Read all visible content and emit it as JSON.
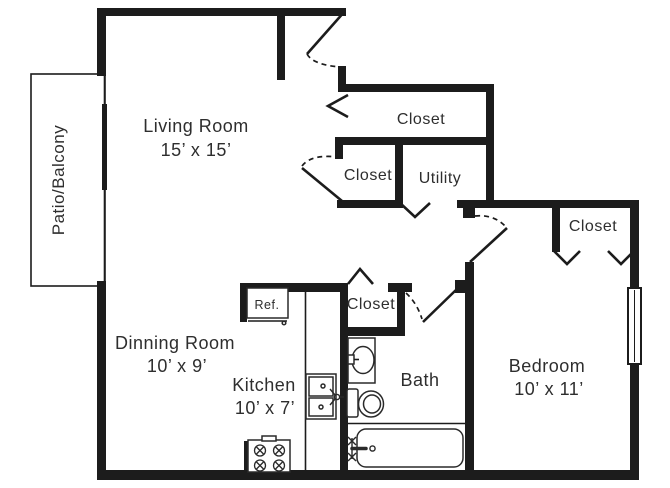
{
  "plan": {
    "rooms": {
      "living": {
        "name": "Living Room",
        "dims": "15’ x 15’"
      },
      "patio": {
        "name": "Patio/Balcony"
      },
      "dinning": {
        "name": "Dinning Room",
        "dims": "10’ x 9’"
      },
      "kitchen": {
        "name": "Kitchen",
        "dims": "10’ x 7’"
      },
      "bath": {
        "name": "Bath"
      },
      "bedroom": {
        "name": "Bedroom",
        "dims": "10’ x 11’"
      },
      "utility": {
        "name": "Utility"
      },
      "closet_entry": {
        "name": "Closet"
      },
      "closet_hall": {
        "name": "Closet"
      },
      "closet_bath": {
        "name": "Closet"
      },
      "closet_bedroom": {
        "name": "Closet"
      }
    },
    "fixtures": {
      "refrigerator": "Ref."
    },
    "colors": {
      "wall": "#1c1c1c",
      "text": "#2e2e2e"
    }
  }
}
